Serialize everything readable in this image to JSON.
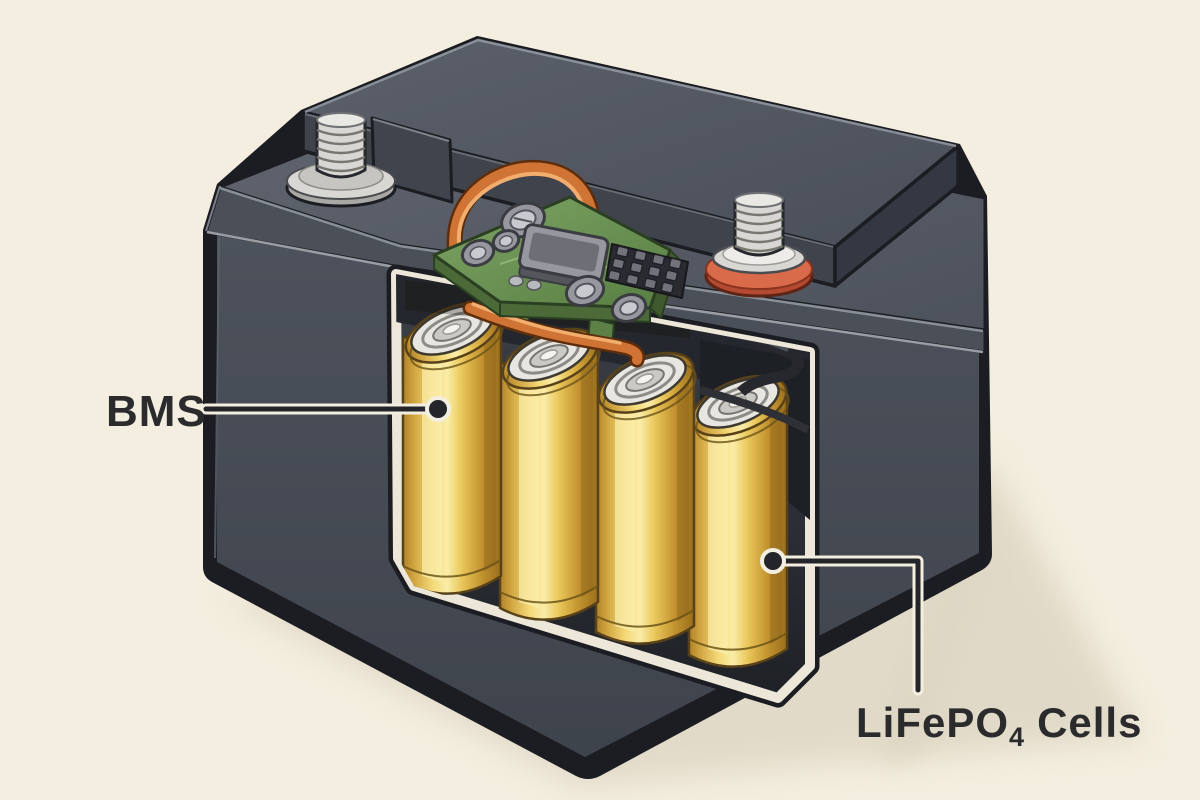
{
  "illustration": {
    "subject": "lifepo4-battery-cutaway",
    "parts": [
      "case",
      "lid",
      "negative-terminal",
      "positive-terminal",
      "cutaway-window",
      "cells",
      "bms-board",
      "copper-wires",
      "cables"
    ]
  },
  "callouts": {
    "bms": {
      "label": "BMS"
    },
    "cells": {
      "prefix": "LiFePO",
      "subscript": "4",
      "suffix": "Cells"
    }
  },
  "colors": {
    "background": "#f4eee0",
    "shadow": "#dcd4c1",
    "case_front": "#484d56",
    "case_front_dark": "#3e434c",
    "case_top": "#565b65",
    "case_band": "#4a4f58",
    "case_block_front": "#3f434c",
    "case_block_side": "#343842",
    "case_outline": "#1b1d22",
    "rim_light": "#949aa3",
    "seam_light": "#a8acb2",
    "frame_cream": "#ece7d8",
    "interior_dark": "#24272d",
    "cell_outline": "#59421a",
    "cap_silver": "#e8e6e1",
    "pcb_green": "#6a9054",
    "pcb_edge": "#4c6a38",
    "pcb_dark": "#2b4022",
    "copper": "#cf7434",
    "copper_dark": "#5e2d0c",
    "copper_light": "#f2ae6e",
    "component_gray": "#97989f",
    "component_dark": "#3b3c42",
    "terminal_silver": "#d8d7d3",
    "terminal_ring_red": "#d96a4a",
    "terminal_ring_red_dark": "#b44a31",
    "cable_dark": "#27282d",
    "label_text": "#2b2b2d",
    "leader_line": "#23252a"
  }
}
